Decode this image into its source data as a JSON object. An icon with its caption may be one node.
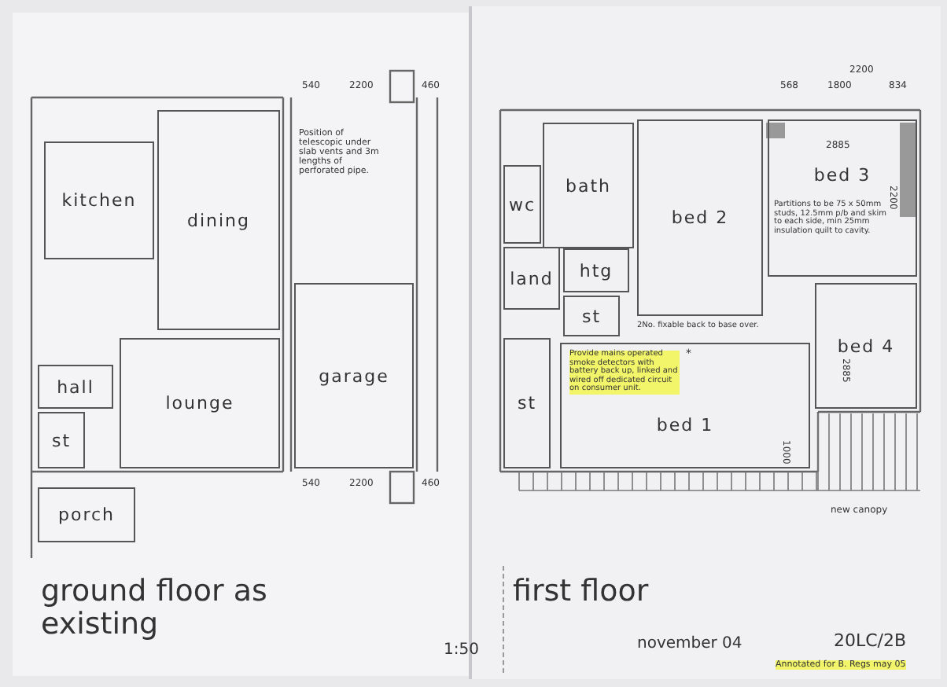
{
  "diagram": {
    "nodes": [
      {
        "text": [
          "kitchen"
        ]
      },
      {
        "text": [
          "dining"
        ]
      },
      {
        "text": [
          "hall"
        ]
      },
      {
        "text": [
          "st"
        ]
      },
      {
        "text": [
          "lounge"
        ]
      },
      {
        "text": [
          "garage"
        ]
      },
      {
        "text": [
          "porch"
        ]
      },
      {
        "text": [
          "wc"
        ]
      },
      {
        "text": [
          "bath"
        ]
      },
      {
        "text": [
          "bed 2"
        ]
      },
      {
        "text": [
          "bed 3"
        ]
      },
      {
        "text": [
          "land"
        ]
      },
      {
        "text": [
          "htg"
        ]
      },
      {
        "text": [
          "st"
        ]
      },
      {
        "text": [
          "bed 1"
        ]
      },
      {
        "text": [
          "bed 4"
        ]
      },
      {
        "text": [
          "st"
        ]
      }
    ],
    "labels": [
      "540",
      "2200",
      "460",
      "Position of telescopic under slab vents and 3m lengths of perforated pipe.",
      "540",
      "2200",
      "460",
      "2200",
      "568",
      "1800",
      "834",
      "2885",
      "2200",
      "Partitions to be 75 x 50mm studs, 12.5mm p/b and skim to each side, min 25mm insulation quilt to cavity.",
      "2No. fixable back to base over.",
      "Provide mains operated smoke detectors with battery back up, linked and wired off dedicated circuit on consumer unit.",
      "*",
      "2885",
      "1000",
      "new canopy",
      "ground floor as existing",
      "first floor",
      "1:50",
      "november 04",
      "20LC/2B",
      "Annotated for B. Regs may 05"
    ]
  }
}
